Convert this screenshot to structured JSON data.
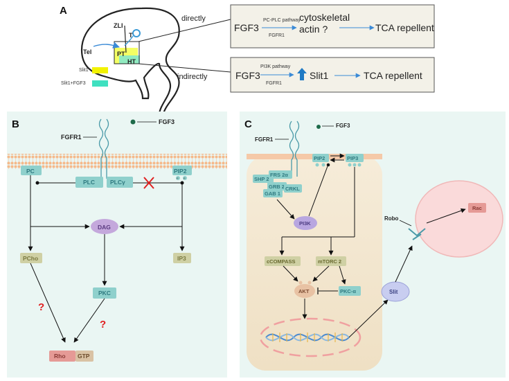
{
  "panel_a": {
    "letter": "A",
    "brain": {
      "zli": "ZLI",
      "t": "T",
      "tel": "Tel",
      "pt": "PT",
      "ht": "HT"
    },
    "legend": [
      {
        "label": "Slit1",
        "color": "#f2f200"
      },
      {
        "label": "Slit1+FGF3",
        "color": "#3fe0c0"
      }
    ],
    "direct": {
      "label": "directly",
      "source": "FGF3",
      "pathway": "PC-PLC pathway",
      "receptor": "FGFR1",
      "target_line1": "cytoskeletal",
      "target_line2": "actin ?",
      "outcome": "TCA repellent"
    },
    "indirect": {
      "label": "indirectly",
      "source": "FGF3",
      "pathway": "PI3K pathway",
      "receptor": "FGFR1",
      "target": "Slit1",
      "outcome": "TCA repellent"
    }
  },
  "panel_b": {
    "letter": "B",
    "ligand": "FGF3",
    "receptor": "FGFR1",
    "nodes": {
      "pc": "PC",
      "plc": "PLC",
      "plcg": "PLCγ",
      "pip2": "PIP2",
      "dag": "DAG",
      "pcho": "PCho",
      "ip3": "IP3",
      "pkc": "PKC",
      "rho": "Rho",
      "gtp": "GTP",
      "q1": "?",
      "q2": "?",
      "p": "P"
    }
  },
  "panel_c": {
    "letter": "C",
    "ligand": "FGF3",
    "receptor": "FGFR1",
    "nodes": {
      "pip2": "PIP2",
      "pip3": "PIP3",
      "shp2": "SHP 2",
      "frs2": "FRS 2α",
      "grb2": "GRB 2",
      "gab1": "GAB 1",
      "crkl": "CRKL",
      "pi3k": "PI3K",
      "ccompass": "cCOMPASS",
      "mtorc2": "mTORC 2",
      "akt": "AKT",
      "pkca": "PKC-α",
      "slit": "Slit",
      "robo": "Robo",
      "rac": "Rac",
      "p": "P"
    }
  }
}
